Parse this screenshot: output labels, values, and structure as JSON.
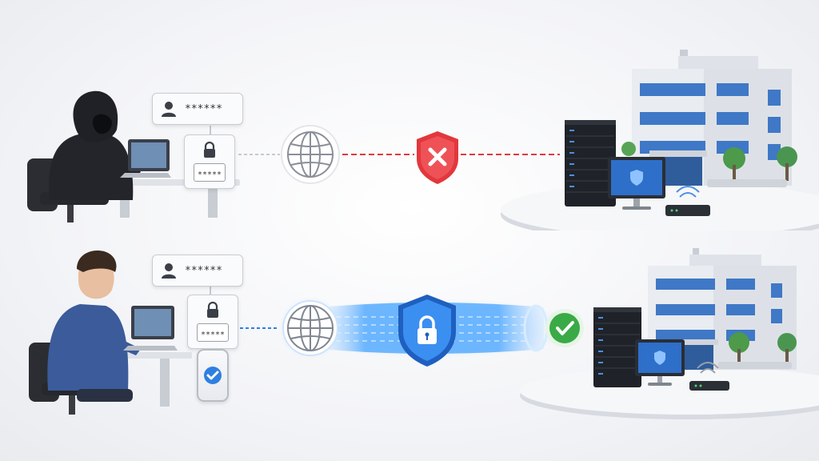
{
  "scenarios": [
    {
      "id": "blocked",
      "user": "hooded-attacker",
      "username_mask": "******",
      "password_mask": "*****",
      "connection_color": "#e03a3e",
      "shield": "red-x-shield",
      "result": "access-denied"
    },
    {
      "id": "allowed",
      "user": "legitimate-user",
      "username_mask": "******",
      "password_mask": "*****",
      "second_factor": "phone-check",
      "connection_color": "#2f7fe0",
      "shield": "blue-lock-shield",
      "result": "access-granted",
      "result_color": "#3aaa46"
    }
  ],
  "icons": [
    "user-icon",
    "lock-icon",
    "globe-icon",
    "shield-x-icon",
    "shield-lock-icon",
    "check-icon",
    "phone-icon",
    "server-rack-icon",
    "monitor-icon",
    "router-icon",
    "office-building-icon",
    "tree-icon"
  ]
}
